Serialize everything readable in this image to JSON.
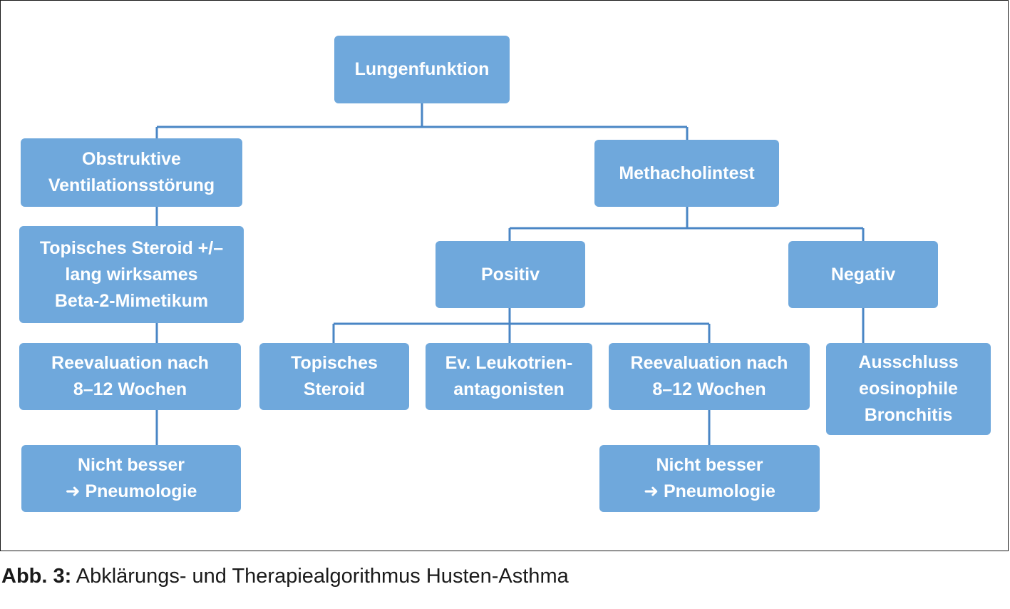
{
  "colors": {
    "box": "#6fa8dc",
    "line": "#4a86c5",
    "text": "#ffffff"
  },
  "nodes": {
    "lungenfunktion": "Lungenfunktion",
    "obstruktive": "Obstruktive\nVentilationsstörung",
    "methacholintest": "Methacholintest",
    "topisches_steroid_beta": "Topisches Steroid +/–\nlang wirksames\nBeta-2-Mimetikum",
    "positiv": "Positiv",
    "negativ": "Negativ",
    "reevaluation_left": "Reevaluation nach\n8–12 Wochen",
    "topisches_steroid": "Topisches\nSteroid",
    "leukotrien": "Ev. Leukotrien-\nantagonisten",
    "reevaluation_right": "Reevaluation nach\n8–12 Wochen",
    "ausschluss": "Ausschluss\neosinophile\nBronchitis",
    "nicht_besser_left": "Nicht besser\n➜ Pneumologie",
    "nicht_besser_right": "Nicht besser\n➜ Pneumologie"
  },
  "caption": {
    "label": "Abb. 3:",
    "text": " Abklärungs- und Therapiealgorithmus Husten-Asthma"
  }
}
